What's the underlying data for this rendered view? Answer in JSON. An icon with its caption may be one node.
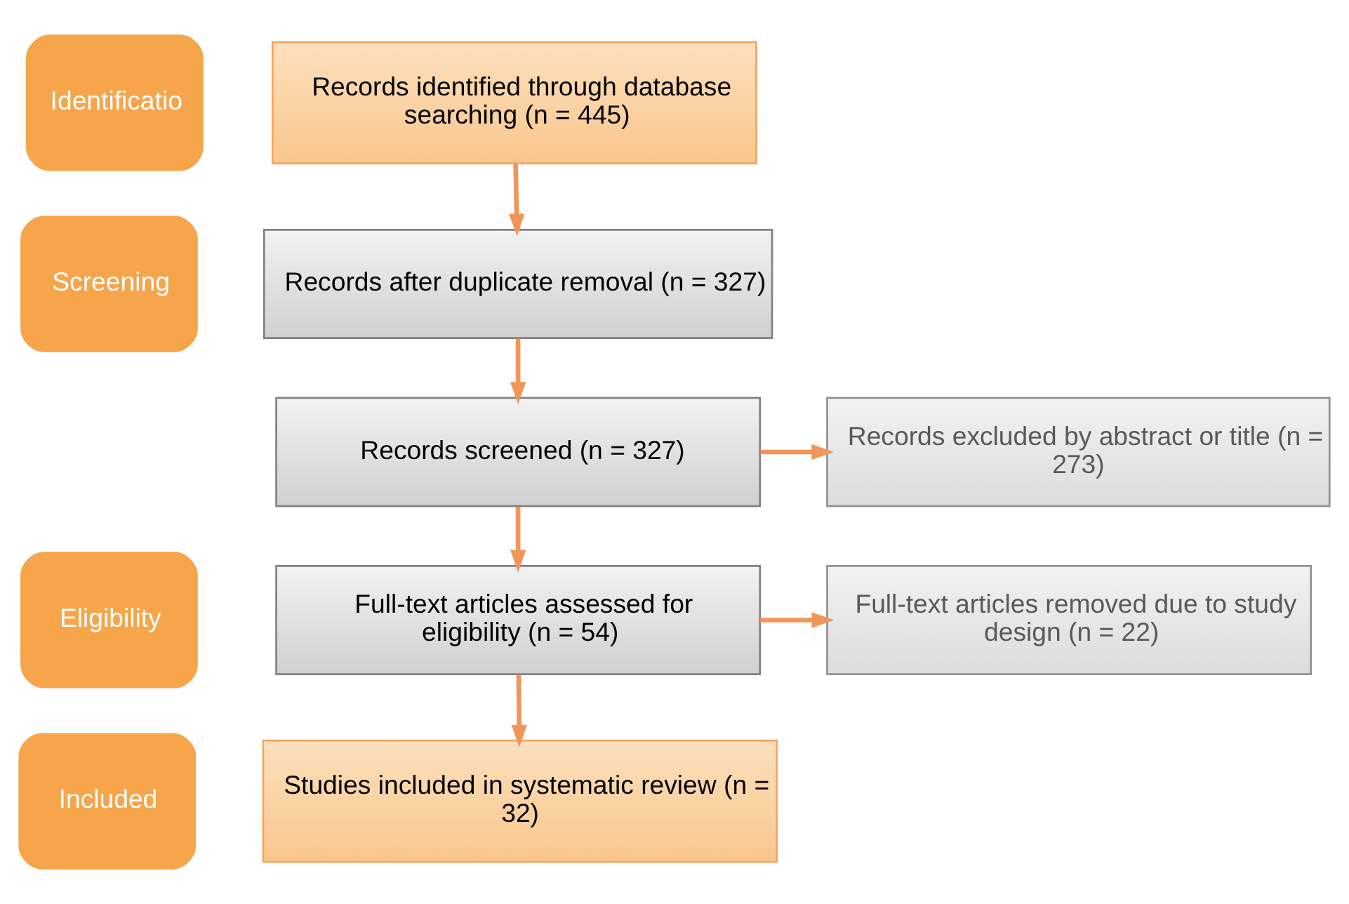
{
  "diagram": {
    "nodes": [
      {
        "text": [
          "Identificatio"
        ]
      },
      {
        "text": [
          "Records identified through database searching (n = 445)"
        ]
      },
      {
        "text": [
          "Screening"
        ]
      },
      {
        "text": [
          "Records after duplicate removal (n = 327)"
        ]
      },
      {
        "text": [
          "Records screened (n = 327)"
        ]
      },
      {
        "text": [
          "Records excluded by abstract or title (n = 273)"
        ]
      },
      {
        "text": [
          "Eligibility"
        ]
      },
      {
        "text": [
          "Full-text articles assessed for eligibility (n = 54)"
        ]
      },
      {
        "text": [
          "Full-text articles removed due to study design (n = 22)"
        ]
      },
      {
        "text": [
          "Included"
        ]
      },
      {
        "text": [
          "Studies included in systematic review (n = 32)"
        ]
      }
    ],
    "edges": [
      {
        "from": 1,
        "to": 3,
        "arrow": "to"
      },
      {
        "from": 3,
        "to": 4,
        "arrow": "to"
      },
      {
        "from": 4,
        "to": 5,
        "arrow": "to"
      },
      {
        "from": 4,
        "to": 7,
        "arrow": "to"
      },
      {
        "from": 7,
        "to": 8,
        "arrow": "to"
      },
      {
        "from": 7,
        "to": 10,
        "arrow": "to"
      }
    ]
  }
}
